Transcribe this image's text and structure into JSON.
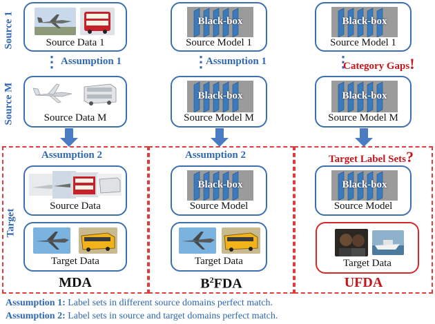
{
  "rows": {
    "source": "Source 1",
    "source_m": "Source M",
    "target": "Target"
  },
  "blackbox_label": "Black-box",
  "mda": {
    "source1_caption": "Source Data 1",
    "sourcem_caption": "Source Data M",
    "assumption": "Assumption 1",
    "target_assumption": "Assumption 2",
    "source_caption": "Source Data",
    "target_caption": "Target Data",
    "method": "MDA"
  },
  "b2fda": {
    "source1_caption": "Source Model 1",
    "sourcem_caption": "Source Model M",
    "assumption": "Assumption 1",
    "target_assumption": "Assumption 2",
    "source_caption": "Source Model",
    "target_caption": "Target Data",
    "method_base": "B",
    "method_sup": "2",
    "method_rest": "FDA"
  },
  "ufda": {
    "source1_caption": "Source Model 1",
    "sourcem_caption": "Source Model M",
    "warning": "Category Gaps",
    "warning_mark": "!",
    "target_warning": "Target Label Sets",
    "target_mark": "?",
    "source_caption": "Source Model",
    "target_caption": "Target Data",
    "method": "UFDA"
  },
  "footnotes": [
    {
      "label": "Assumption 1:",
      "text": " Label sets in different source domains perfect match."
    },
    {
      "label": "Assumption 2:",
      "text": " Label sets in source and target domains perfect match."
    }
  ],
  "colors": {
    "blue": "#2f67b1",
    "box_border": "#3d6fb0",
    "red": "#d62728",
    "arrow": "#4a7cc4"
  }
}
